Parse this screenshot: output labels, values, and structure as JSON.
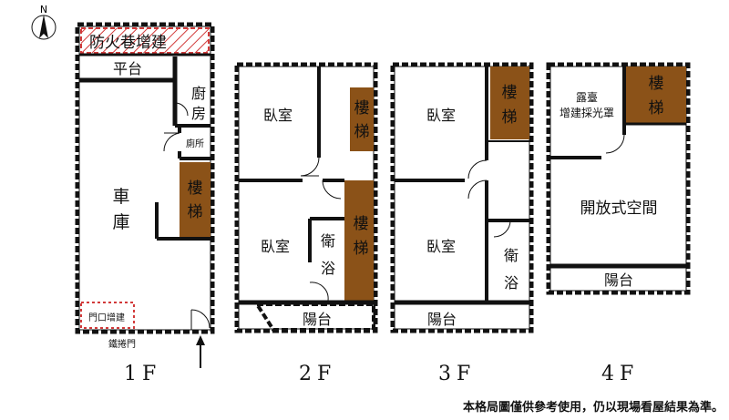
{
  "compass": {
    "north": "N"
  },
  "floor1": {
    "fire_lane": "防火巷增建",
    "platform": "平台",
    "kitchen": "廚房",
    "toilet": "廁所",
    "garage": "車庫",
    "stairs": "樓梯",
    "door_extension": "門口增建",
    "iron_door": "鐵捲門",
    "label": "1F"
  },
  "floor2": {
    "bedroom_top": "臥室",
    "stairs_top": "樓梯",
    "bedroom_bottom": "臥室",
    "bathroom": "衛浴",
    "stairs_bottom": "樓梯",
    "balcony": "陽台",
    "label": "2F"
  },
  "floor3": {
    "bedroom_top": "臥室",
    "stairs": "樓梯",
    "bedroom_bottom": "臥室",
    "bathroom": "衛浴",
    "balcony": "陽台",
    "label": "3F"
  },
  "floor4": {
    "terrace_line1": "露臺",
    "terrace_line2": "增建採光罩",
    "stairs": "樓梯",
    "open_space": "開放式空間",
    "balcony": "陽台",
    "label": "4F"
  },
  "footer": {
    "disclaimer": "本格局圖僅供參考使用，仍以現場看屋結果為準。"
  },
  "colors": {
    "stairs": "#8b5218",
    "hatch": "#d23a3a",
    "wall": "#111111"
  }
}
